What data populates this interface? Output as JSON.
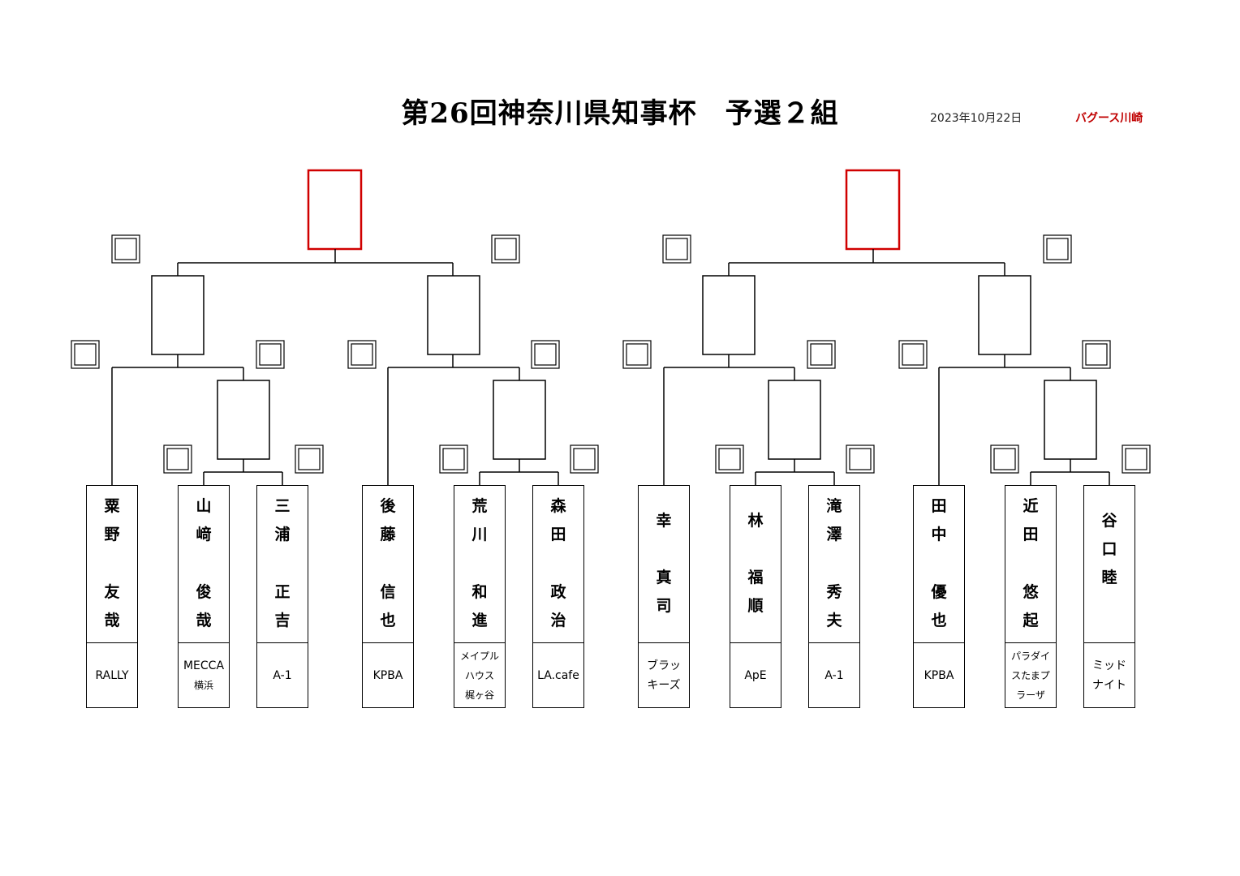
{
  "header": {
    "title": "第26回神奈川県知事杯　予選２組",
    "date": "2023年10月22日",
    "venue": "バグース川崎"
  },
  "colors": {
    "winner_box": "#d00000",
    "venue_text": "#c00000",
    "lines": "#000000"
  },
  "players": [
    {
      "family": "粟野",
      "given": "友哉",
      "team": [
        "RALLY"
      ]
    },
    {
      "family": "山﨑",
      "given": "俊哉",
      "team": [
        "MECCA",
        "横浜"
      ]
    },
    {
      "family": "三浦",
      "given": "正吉",
      "team": [
        "A-1"
      ]
    },
    {
      "family": "後藤",
      "given": "信也",
      "team": [
        "KPBA"
      ]
    },
    {
      "family": "荒川",
      "given": "和進",
      "team": [
        "メイプル",
        "ハウス",
        "梶ヶ谷"
      ]
    },
    {
      "family": "森田",
      "given": "政治",
      "team": [
        "LA.cafe"
      ]
    },
    {
      "family": "幸",
      "given": "真司",
      "team": [
        "ブラッ",
        "キーズ"
      ]
    },
    {
      "family": "林",
      "given": "福順",
      "team": [
        "ApE"
      ]
    },
    {
      "family": "滝澤",
      "given": "秀夫",
      "team": [
        "A-1"
      ]
    },
    {
      "family": "田中",
      "given": "優也",
      "team": [
        "KPBA"
      ]
    },
    {
      "family": "近田",
      "given": "悠起",
      "team": [
        "パラダイ",
        "スたまプ",
        "ラーザ"
      ]
    },
    {
      "family": "谷口",
      "given": "睦",
      "team": [
        "ミッド",
        "ナイト"
      ]
    }
  ]
}
